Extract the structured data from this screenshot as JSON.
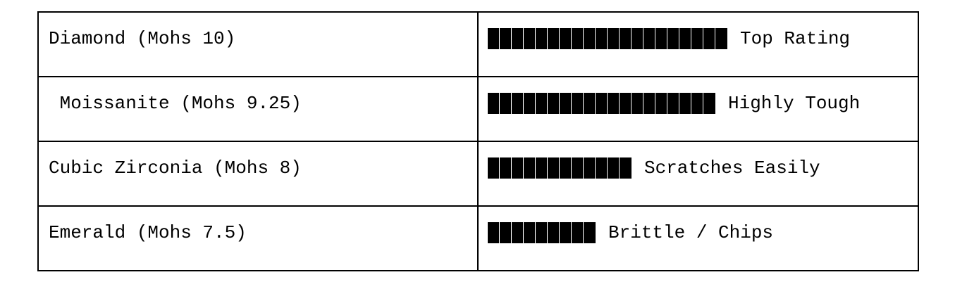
{
  "table": {
    "rows": [
      {
        "name": "Diamond (Mohs 10)",
        "rating": "Top Rating",
        "score": 10,
        "blocks": 20
      },
      {
        "name": " Moissanite (Mohs 9.25)",
        "rating": "Highly Tough",
        "score": 9.25,
        "blocks": 19
      },
      {
        "name": "Cubic Zirconia (Mohs 8)",
        "rating": "Scratches Easily",
        "score": 8,
        "blocks": 12
      },
      {
        "name": "Emerald (Mohs 7.5)",
        "rating": "Brittle / Chips",
        "score": 7.5,
        "blocks": 9
      }
    ]
  },
  "colors": {
    "bar": "#000000",
    "border": "#000000",
    "background": "#ffffff"
  }
}
